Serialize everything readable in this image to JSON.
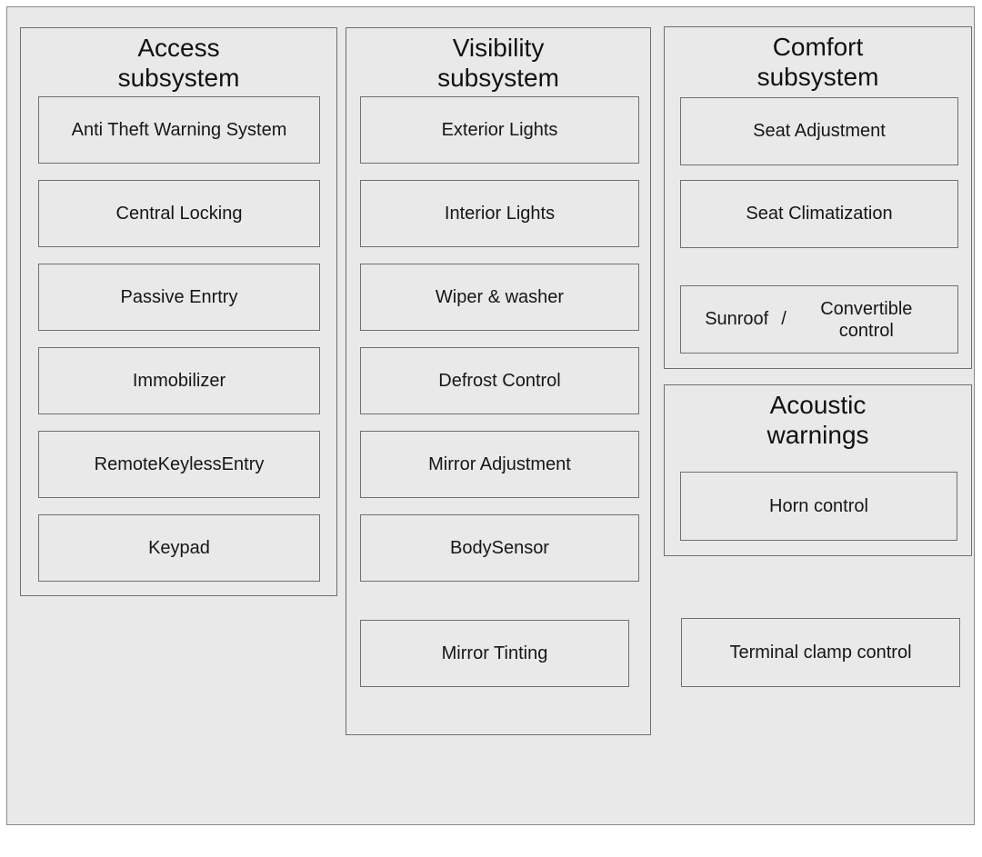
{
  "colors": {
    "canvas": "#ffffff",
    "panel_fill": "#e9e9e9",
    "border": "#6f6f6f",
    "text": "#1b1b1b"
  },
  "diagram": {
    "access": {
      "title_lines": [
        "Access",
        "subsystem"
      ],
      "items": [
        "Anti Theft Warning System",
        "Central Locking",
        "Passive Enrtry",
        "Immobilizer",
        "RemoteKeylessEntry",
        "Keypad"
      ]
    },
    "visibility": {
      "title_lines": [
        "Visibility",
        "subsystem"
      ],
      "items": [
        "Exterior Lights",
        "Interior Lights",
        "Wiper &  washer",
        "Defrost Control",
        "Mirror Adjustment",
        "BodySensor",
        "Mirror Tinting"
      ]
    },
    "comfort": {
      "title_lines": [
        "Comfort",
        "subsystem"
      ],
      "items": [
        "Seat Adjustment",
        "Seat Climatization"
      ],
      "combo": {
        "left": "Sunroof",
        "separator": "/",
        "right": "Convertible control"
      }
    },
    "acoustic": {
      "title_lines": [
        "Acoustic",
        "warnings"
      ],
      "items": [
        "Horn control"
      ]
    },
    "standalone": {
      "label": "Terminal clamp control"
    }
  }
}
